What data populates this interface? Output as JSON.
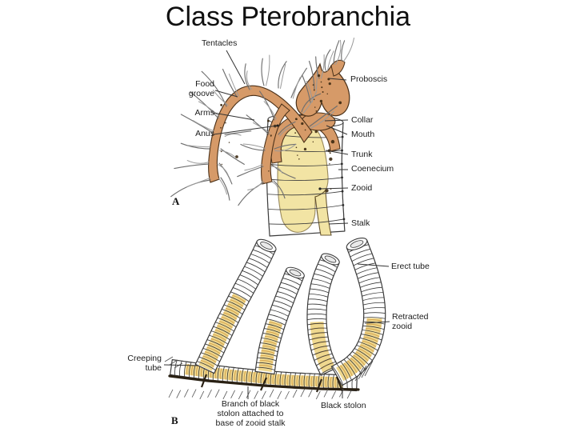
{
  "slide": {
    "title": "Class Pterobranchia"
  },
  "figure_a": {
    "panel_label": "A",
    "labels": {
      "tentacles": "Tentacles",
      "food_groove": "Food\ngroove",
      "arms": "Arms",
      "anus": "Anus",
      "proboscis": "Proboscis",
      "collar": "Collar",
      "mouth": "Mouth",
      "trunk": "Trunk",
      "coenecium": "Coenecium",
      "zooid": "Zooid",
      "stalk": "Stalk"
    }
  },
  "figure_b": {
    "panel_label": "B",
    "labels": {
      "erect_tube": "Erect tube",
      "retracted_zooid": "Retracted\nzooid",
      "creeping_tube": "Creeping\ntube",
      "branch_of_black_stolon": "Branch of black\nstolon attached to\nbase of zooid stalk",
      "black_stolon": "Black stolon"
    }
  },
  "colors": {
    "background": "#FFFFFF",
    "title_text": "#101010",
    "label_text": "#1C1C1C",
    "body_tan": "#D69A68",
    "body_outline": "#4A3018",
    "trunk_yellow": "#F2E4A4",
    "zooid_yellow": "#EFD88F",
    "zooid_ring": "#D8A953",
    "line_dark": "#3B3B3B",
    "stolon_black": "#2A2114",
    "tentacle_gray": "#6F6F6F"
  }
}
